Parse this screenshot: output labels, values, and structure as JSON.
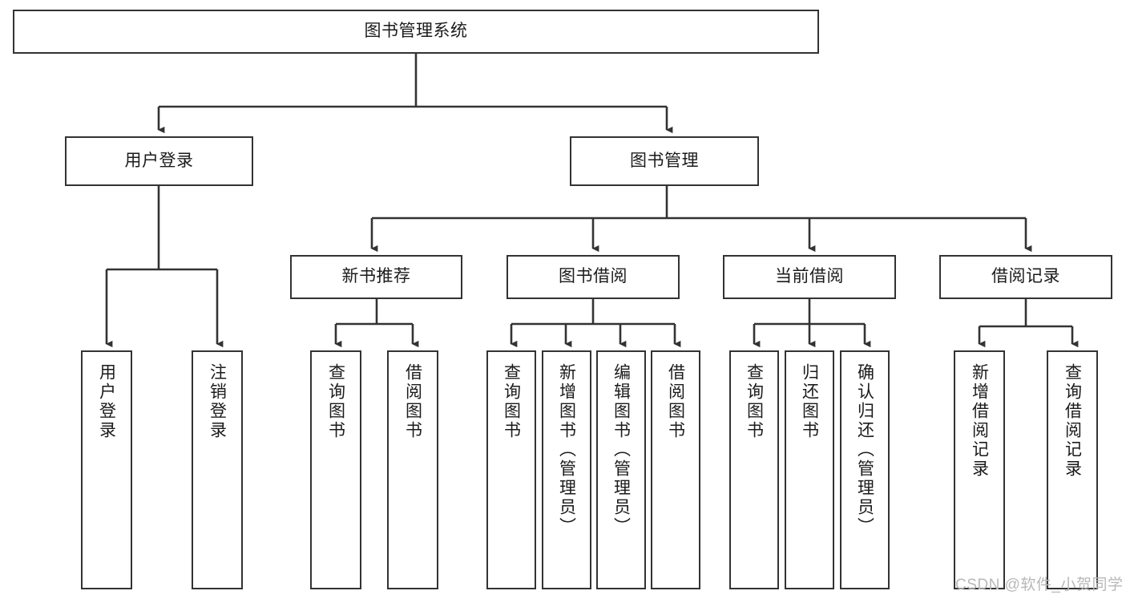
{
  "diagram": {
    "title": "图书管理系统",
    "type": "tree-hierarchy-diagram",
    "watermark": "CSDN @软件_小贺同学",
    "colors": {
      "background": "#ffffff",
      "box_border": "#333333",
      "box_fill": "#ffffff",
      "edge": "#333333",
      "text": "#1b1b1b",
      "watermark": "#b8b8b8"
    },
    "root": {
      "label": "图书管理系统"
    },
    "level2": [
      {
        "label": "用户登录"
      },
      {
        "label": "图书管理"
      }
    ],
    "level3": [
      {
        "label": "新书推荐"
      },
      {
        "label": "图书借阅"
      },
      {
        "label": "当前借阅"
      },
      {
        "label": "借阅记录"
      }
    ],
    "leaves": {
      "user_login": [
        {
          "label": "用户登录"
        },
        {
          "label": "注销登录"
        }
      ],
      "new_book_recommend": [
        {
          "label": "查询图书"
        },
        {
          "label": "借阅图书"
        }
      ],
      "book_borrow": [
        {
          "label": "查询图书"
        },
        {
          "label": "新增图书（管理员）"
        },
        {
          "label": "编辑图书（管理员）"
        },
        {
          "label": "借阅图书"
        }
      ],
      "current_borrow": [
        {
          "label": "查询图书"
        },
        {
          "label": "归还图书"
        },
        {
          "label": "确认归还（管理员）"
        }
      ],
      "borrow_records": [
        {
          "label": "新增借阅记录"
        },
        {
          "label": "查询借阅记录"
        }
      ]
    }
  }
}
